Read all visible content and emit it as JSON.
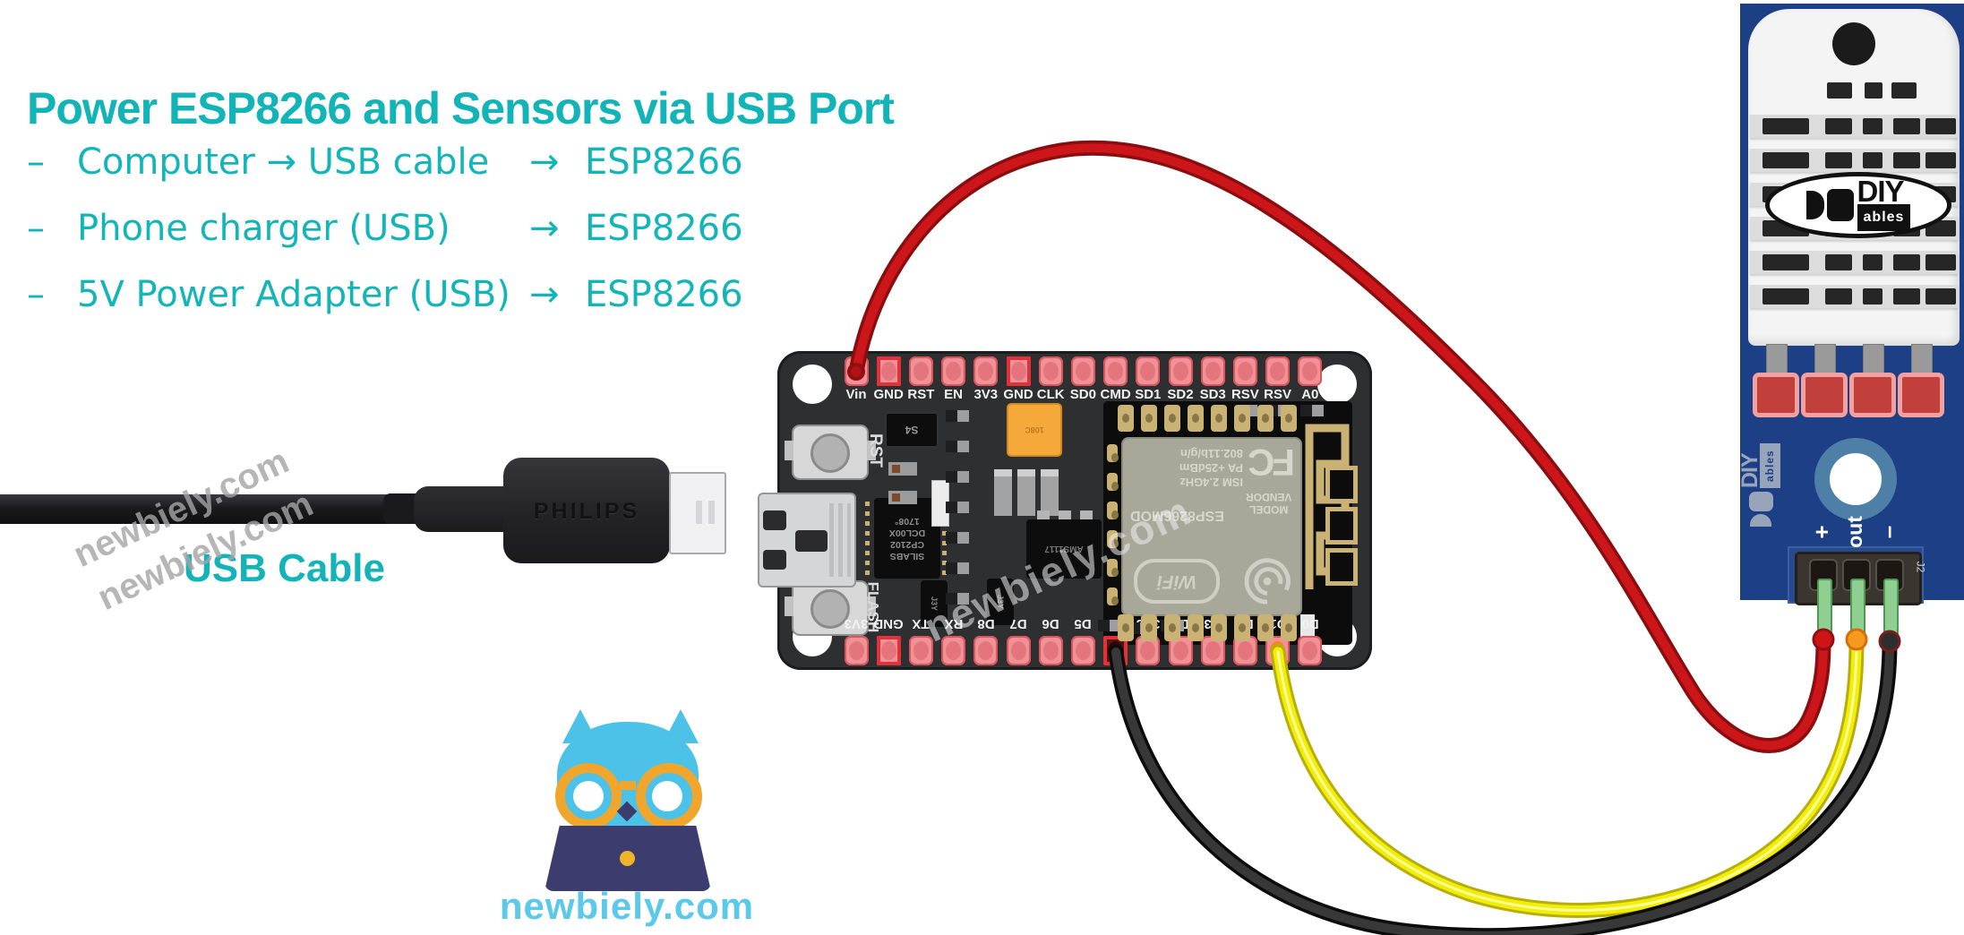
{
  "header": {
    "title": "Power ESP8266 and Sensors via USB Port",
    "bullets": [
      {
        "prefix": "–",
        "label": "Computer → USB cable",
        "arrow": "→",
        "target": "ESP8266"
      },
      {
        "prefix": "–",
        "label": "Phone charger (USB)",
        "arrow": "→",
        "target": "ESP8266"
      },
      {
        "prefix": "–",
        "label": "5V Power Adapter (USB)",
        "arrow": "→",
        "target": "ESP8266"
      }
    ]
  },
  "cable": {
    "label": "USB Cable",
    "brand": "PHILIPS"
  },
  "watermark": {
    "text": "newbiely.com"
  },
  "board": {
    "top_pins": [
      {
        "label": "Vin",
        "variant": "wire-red"
      },
      {
        "label": "GND",
        "variant": "gnd"
      },
      {
        "label": "RST"
      },
      {
        "label": "EN"
      },
      {
        "label": "3V3"
      },
      {
        "label": "GND",
        "variant": "gnd"
      },
      {
        "label": "CLK"
      },
      {
        "label": "SD0"
      },
      {
        "label": "CMD"
      },
      {
        "label": "SD1"
      },
      {
        "label": "SD2"
      },
      {
        "label": "SD3"
      },
      {
        "label": "RSV"
      },
      {
        "label": "RSV"
      },
      {
        "label": "A0"
      }
    ],
    "bottom_pins": [
      {
        "label": "3V3"
      },
      {
        "label": "GND",
        "variant": "gnd"
      },
      {
        "label": "TX"
      },
      {
        "label": "RX"
      },
      {
        "label": "D8"
      },
      {
        "label": "D7"
      },
      {
        "label": "D6"
      },
      {
        "label": "D5"
      },
      {
        "label": "GND",
        "variant": "wire-black"
      },
      {
        "label": "3V3"
      },
      {
        "label": "D4"
      },
      {
        "label": "D3"
      },
      {
        "label": "D2"
      },
      {
        "label": "D1",
        "variant": "wire-yellow"
      },
      {
        "label": "D0"
      }
    ],
    "buttons": {
      "rst": "RST",
      "flash": "FLASH"
    },
    "usb_chip": {
      "lines": [
        "SILABS",
        "CP2102",
        "DCL00X",
        "1708°"
      ]
    },
    "components": {
      "s4": "S4",
      "j3y": "J3Y",
      "regulator": "AMS1117",
      "cap": "108C"
    },
    "module": {
      "fcc": "FC",
      "tech_lines": [
        "ISM 2.4GHz",
        "PA +25dBm",
        "802.11b/g/n"
      ],
      "model_label": "MODEL",
      "vendor_label": "VENDOR",
      "model": "ESP8266MOD",
      "wifi": "WiFi"
    }
  },
  "sensor": {
    "brand": {
      "diy": "DIY",
      "ables": "ables"
    },
    "pins": [
      {
        "label": "+",
        "wire": "red"
      },
      {
        "label": "out",
        "wire": "yellow"
      },
      {
        "label": "–",
        "wire": "black"
      }
    ],
    "connector_ref": "J2"
  },
  "wires": [
    {
      "name": "red",
      "from": "Vin",
      "to": "+",
      "color": "#cc1619",
      "outline": "#8a0d10"
    },
    {
      "name": "yellow",
      "from": "D1",
      "to": "out",
      "color": "#f2ee0a",
      "outline": "#b7ae08"
    },
    {
      "name": "black",
      "from": "GND",
      "to": "–",
      "color": "#383838",
      "outline": "#0c0c0c"
    }
  ],
  "logo": {
    "site": "newbiely.com"
  },
  "colors": {
    "accent_teal": "#12b4b7",
    "pcb_blue": "#1d3f86",
    "board_dark": "#2e2f31",
    "gold": "#c9b273",
    "logo_blue": "#4cc2e8"
  }
}
